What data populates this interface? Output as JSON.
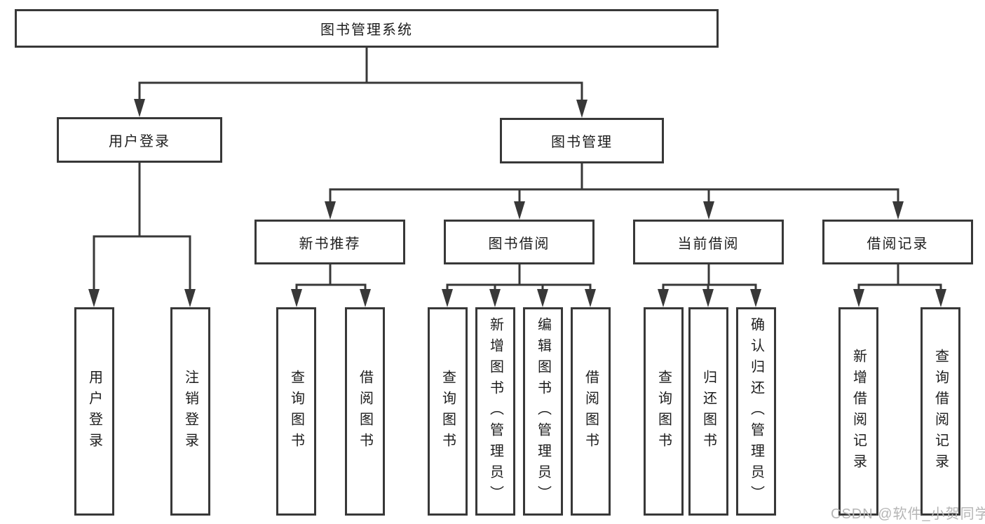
{
  "diagram": {
    "tree": {
      "root": "图书管理系统",
      "children": [
        {
          "label": "用户登录",
          "children": [
            "用户登录",
            "注销登录"
          ]
        },
        {
          "label": "图书管理",
          "children": [
            {
              "label": "新书推荐",
              "children": [
                "查询图书",
                "借阅图书"
              ]
            },
            {
              "label": "图书借阅",
              "children": [
                "查询图书",
                "新增图书（管理员）",
                "编辑图书（管理员）",
                "借阅图书"
              ]
            },
            {
              "label": "当前借阅",
              "children": [
                "查询图书",
                "归还图书",
                "确认归还（管理员）"
              ]
            },
            {
              "label": "借阅记录",
              "children": [
                "新增借阅记录",
                "查询借阅记录"
              ]
            }
          ]
        }
      ]
    },
    "colors": {
      "line": "#383838",
      "box_border": "#383838",
      "text": "#1d1d1d",
      "background": "#ffffff",
      "watermark_text": "#b5b5b5"
    }
  },
  "watermark": {
    "text": "CSDN @软件_小贺同学"
  }
}
